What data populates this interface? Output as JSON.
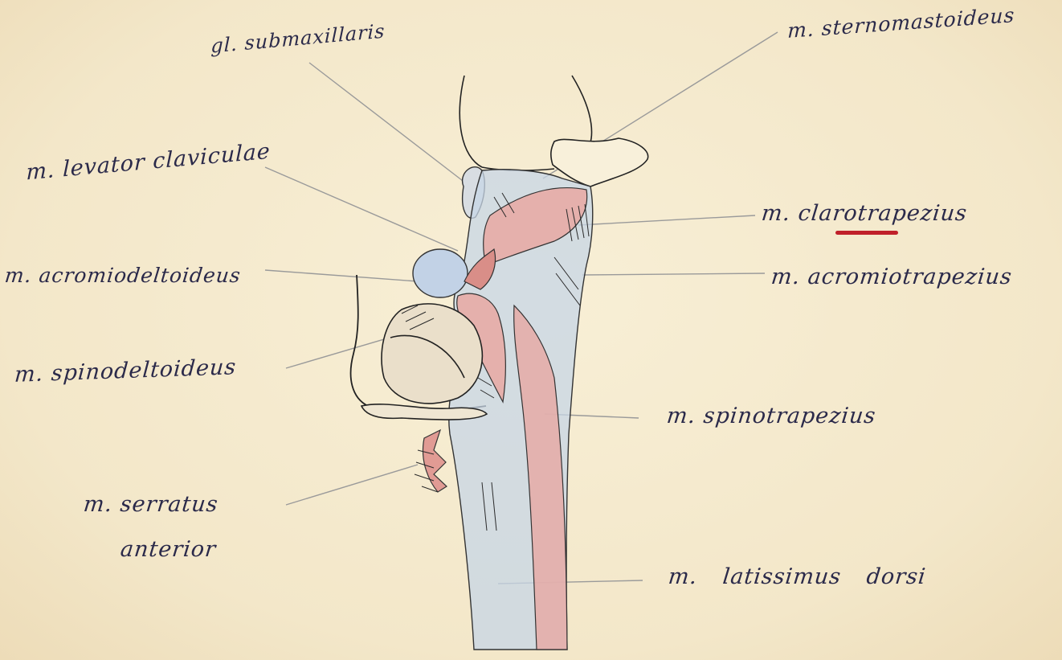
{
  "labels": {
    "gl_submaxillaris": "gl. submaxillaris",
    "m_sternomastoideus": "m. sternomastoideus",
    "m_levator_claviculae": "m. levator claviculae",
    "m_clarotrapezius": "m. clarotrapezius",
    "m_acromiodeltoideus": "m. acromiodeltoideus",
    "m_acromiotrapezius": "m. acromiotrapezius",
    "m_spinodeltoideus": "m. spinodeltoideus",
    "m_spinotrapezius": "m. spinotrapezius",
    "m_serratus": "m. serratus",
    "anterior": "anterior",
    "m_latissimus_dorsi": "m. latissimus dorsi"
  },
  "colors": {
    "paper": "#f6ecd2",
    "ink": "#2b2a4a",
    "muscle_red": "#e7a8a2",
    "muscle_blue": "#c7d6e6",
    "underline_red": "#c0202a"
  }
}
